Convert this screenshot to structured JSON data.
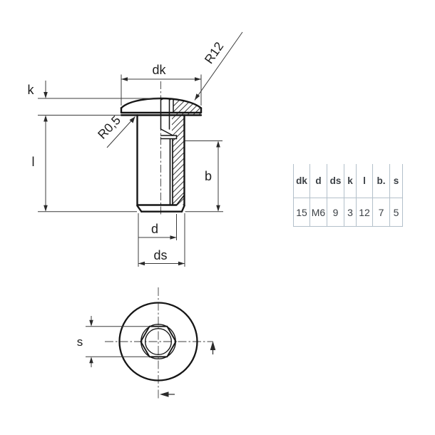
{
  "drawing": {
    "labels": {
      "dk": "dk",
      "k": "k",
      "l": "l",
      "b": "b",
      "d": "d",
      "ds": "ds",
      "s": "s",
      "r12": "R12",
      "r05": "R0,5"
    }
  },
  "table": {
    "headers": [
      "dk",
      "d",
      "ds",
      "k",
      "l",
      "b.",
      "s"
    ],
    "values": [
      "15",
      "M6",
      "9",
      "3",
      "12",
      "7",
      "5"
    ]
  },
  "colors": {
    "outline": "#161616",
    "dimension": "#3c3c3c",
    "table_border": "#b3c0ca",
    "table_text": "#3b4045"
  }
}
